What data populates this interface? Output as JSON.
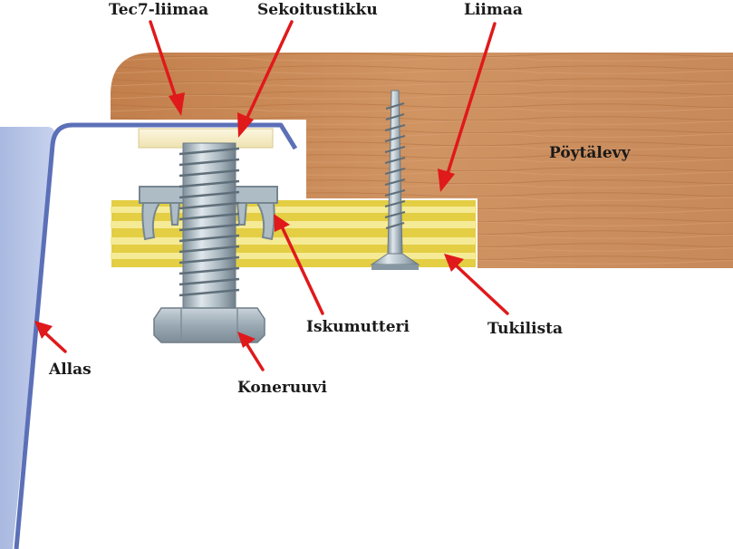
{
  "labels": {
    "tec7": "Tec7-liimaa",
    "stick": "Sekoitustikku",
    "glue": "Liimaa",
    "countertop": "Pöytälevy",
    "tnut": "Iskumutteri",
    "batten": "Tukilista",
    "sink": "Allas",
    "bolt": "Koneruuvi"
  },
  "colors": {
    "wood": "#c98a55",
    "sink": "#b3c1e4",
    "sink_edge": "#5c70b8",
    "batten": "#e2cd43",
    "arrow": "#e0191b",
    "metal": "#a9b8c3"
  }
}
